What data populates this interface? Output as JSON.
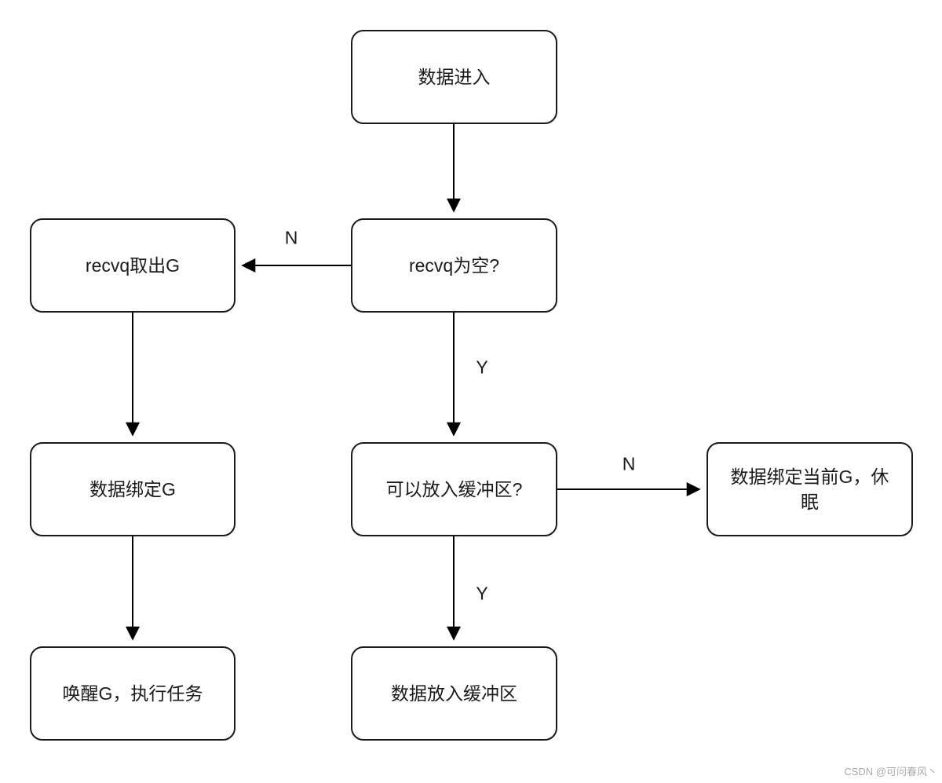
{
  "diagram": {
    "nodes": {
      "data_enter": {
        "label": "数据进入"
      },
      "recvq_empty": {
        "label": "recvq为空?"
      },
      "recvq_take_g": {
        "label": "recvq取出G"
      },
      "bind_g": {
        "label": "数据绑定G"
      },
      "wake_g": {
        "label": "唤醒G，执行任务"
      },
      "can_buffer": {
        "label": "可以放入缓冲区?"
      },
      "bind_current_g_sleep": {
        "label": "数据绑定当前G，休眠"
      },
      "put_buffer": {
        "label": "数据放入缓冲区"
      }
    },
    "edge_labels": {
      "recvq_not_empty": "N",
      "recvq_is_empty": "Y",
      "buffer_full": "N",
      "buffer_ok": "Y"
    },
    "watermark": "CSDN @可问春风丶",
    "colors": {
      "node_border": "#1a1a1a",
      "node_fill": "#ffffff",
      "arrow": "#000000",
      "text": "#1a1a1a",
      "watermark": "#aaaaaa"
    }
  }
}
